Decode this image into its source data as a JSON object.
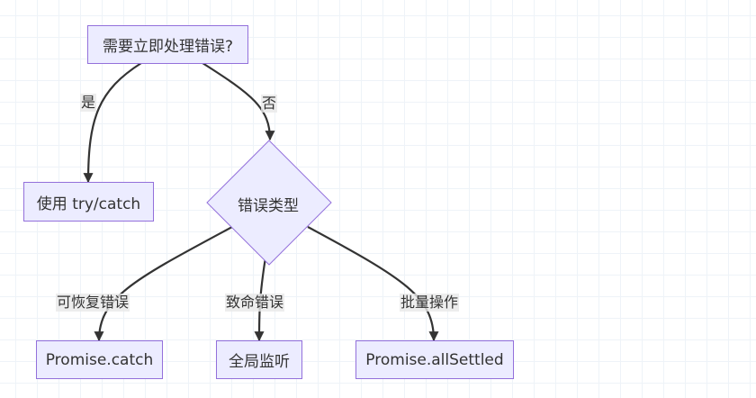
{
  "nodes": {
    "start": "需要立即处理错误?",
    "trycatch": "使用 try/catch",
    "type": "错误类型",
    "promise_catch": "Promise.catch",
    "global": "全局监听",
    "all_settled": "Promise.allSettled"
  },
  "edges": {
    "yes": "是",
    "no": "否",
    "recoverable": "可恢复错误",
    "fatal": "致命错误",
    "batch": "批量操作"
  },
  "colors": {
    "node_fill": "#ececff",
    "node_border": "#9370db",
    "edge": "#333333"
  }
}
